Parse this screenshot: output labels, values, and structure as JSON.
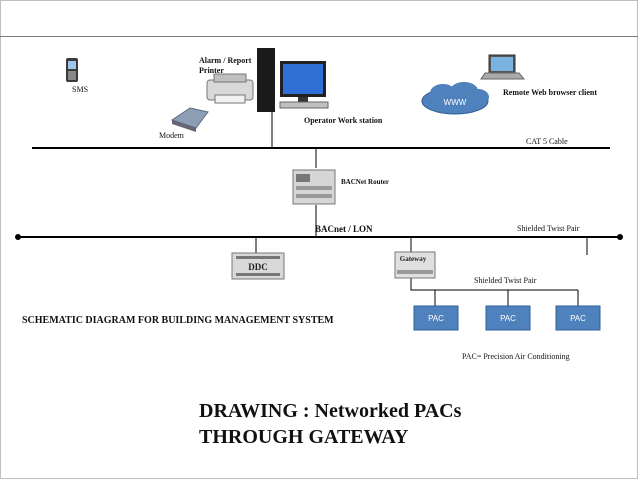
{
  "labels": {
    "sms": "SMS",
    "alarm_printer_line1": "Alarm / Report",
    "alarm_printer_line2": "Printer",
    "modem": "Modem",
    "operator_workstation": "Operator Work station",
    "www": "WWW",
    "remote_browser": "Remote Web browser client",
    "cat5": "CAT 5 Cable",
    "bacnet_router": "BACNet Router",
    "bacnet_lon": "BACnet / LON",
    "shielded_twist_pair_1": "Shielded Twist Pair",
    "ddc": "DDC",
    "gateway": "Gateway",
    "shielded_twist_pair_2": "Shielded Twist Pair",
    "pac_1": "PAC",
    "pac_2": "PAC",
    "pac_3": "PAC",
    "pac_note": "PAC= Precision Air Conditioning"
  },
  "schematic_title": "SCHEMATIC DIAGRAM FOR BUILDING MANAGEMENT SYSTEM",
  "drawing": {
    "line1": "DRAWING : Networked PACs",
    "line2": "THROUGH GATEWAY"
  },
  "colors": {
    "pac_box": "#4f81bd",
    "cloud": "#4f81bd",
    "network_line": "#000000"
  }
}
